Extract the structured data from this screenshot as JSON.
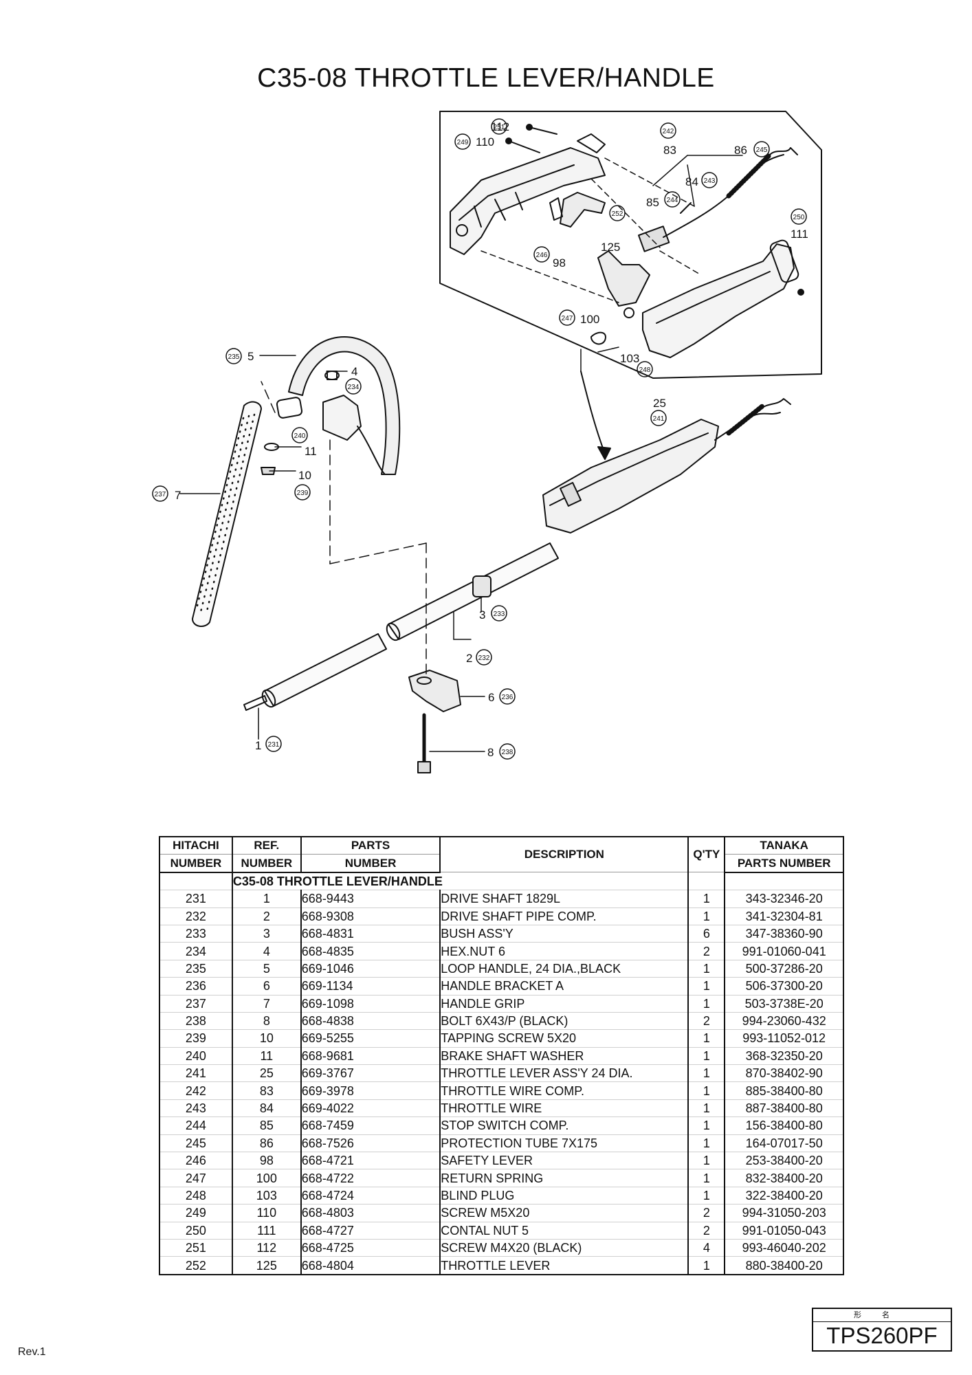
{
  "title": "C35-08 THROTTLE LEVER/HANDLE",
  "diagram": {
    "callouts": [
      {
        "ref": "1",
        "hitachi": "231"
      },
      {
        "ref": "2",
        "hitachi": "232"
      },
      {
        "ref": "3",
        "hitachi": "233"
      },
      {
        "ref": "4",
        "hitachi": "234"
      },
      {
        "ref": "5",
        "hitachi": "235"
      },
      {
        "ref": "6",
        "hitachi": "236"
      },
      {
        "ref": "7",
        "hitachi": "237"
      },
      {
        "ref": "8",
        "hitachi": "238"
      },
      {
        "ref": "10",
        "hitachi": "239"
      },
      {
        "ref": "11",
        "hitachi": "240"
      },
      {
        "ref": "25",
        "hitachi": "241"
      },
      {
        "ref": "83",
        "hitachi": "242"
      },
      {
        "ref": "84",
        "hitachi": "243"
      },
      {
        "ref": "85",
        "hitachi": "244"
      },
      {
        "ref": "86",
        "hitachi": "245"
      },
      {
        "ref": "98",
        "hitachi": "246"
      },
      {
        "ref": "100",
        "hitachi": "247"
      },
      {
        "ref": "103",
        "hitachi": "248"
      },
      {
        "ref": "110",
        "hitachi": "249"
      },
      {
        "ref": "111",
        "hitachi": "250"
      },
      {
        "ref": "112",
        "hitachi": "251"
      },
      {
        "ref": "125",
        "hitachi": "252"
      }
    ]
  },
  "table": {
    "headers": {
      "hitachi": [
        "HITACHI",
        "NUMBER"
      ],
      "ref": [
        "REF.",
        "NUMBER"
      ],
      "parts": [
        "PARTS",
        "NUMBER"
      ],
      "description": "DESCRIPTION",
      "qty": "Q'TY",
      "tanaka": [
        "TANAKA",
        "PARTS NUMBER"
      ]
    },
    "section": "C35-08  THROTTLE LEVER/HANDLE",
    "rows": [
      {
        "hitachi": "231",
        "ref": "1",
        "parts": "668-9443",
        "description": "DRIVE SHAFT 1829L",
        "qty": "1",
        "tanaka": "343-32346-20"
      },
      {
        "hitachi": "232",
        "ref": "2",
        "parts": "668-9308",
        "description": "DRIVE SHAFT PIPE COMP.",
        "qty": "1",
        "tanaka": "341-32304-81"
      },
      {
        "hitachi": "233",
        "ref": "3",
        "parts": "668-4831",
        "description": "BUSH ASS'Y",
        "qty": "6",
        "tanaka": "347-38360-90"
      },
      {
        "hitachi": "234",
        "ref": "4",
        "parts": "668-4835",
        "description": "HEX.NUT 6",
        "qty": "2",
        "tanaka": "991-01060-041"
      },
      {
        "hitachi": "235",
        "ref": "5",
        "parts": "669-1046",
        "description": "LOOP HANDLE, 24 DIA.,BLACK",
        "qty": "1",
        "tanaka": "500-37286-20"
      },
      {
        "hitachi": "236",
        "ref": "6",
        "parts": "669-1134",
        "description": "HANDLE BRACKET A",
        "qty": "1",
        "tanaka": "506-37300-20"
      },
      {
        "hitachi": "237",
        "ref": "7",
        "parts": "669-1098",
        "description": "HANDLE GRIP",
        "qty": "1",
        "tanaka": "503-3738E-20"
      },
      {
        "hitachi": "238",
        "ref": "8",
        "parts": "668-4838",
        "description": "BOLT 6X43/P (BLACK)",
        "qty": "2",
        "tanaka": "994-23060-432"
      },
      {
        "hitachi": "239",
        "ref": "10",
        "parts": "669-5255",
        "description": "TAPPING SCREW 5X20",
        "qty": "1",
        "tanaka": "993-11052-012"
      },
      {
        "hitachi": "240",
        "ref": "11",
        "parts": "668-9681",
        "description": "BRAKE SHAFT WASHER",
        "qty": "1",
        "tanaka": "368-32350-20"
      },
      {
        "hitachi": "241",
        "ref": "25",
        "parts": "669-3767",
        "description": "THROTTLE LEVER ASS'Y 24 DIA.",
        "qty": "1",
        "tanaka": "870-38402-90"
      },
      {
        "hitachi": "242",
        "ref": "83",
        "parts": "669-3978",
        "description": "THROTTLE WIRE COMP.",
        "qty": "1",
        "tanaka": "885-38400-80"
      },
      {
        "hitachi": "243",
        "ref": "84",
        "parts": "669-4022",
        "description": "THROTTLE WIRE",
        "qty": "1",
        "tanaka": "887-38400-80"
      },
      {
        "hitachi": "244",
        "ref": "85",
        "parts": "668-7459",
        "description": "STOP SWITCH COMP.",
        "qty": "1",
        "tanaka": "156-38400-80"
      },
      {
        "hitachi": "245",
        "ref": "86",
        "parts": "668-7526",
        "description": "PROTECTION TUBE 7X175",
        "qty": "1",
        "tanaka": "164-07017-50"
      },
      {
        "hitachi": "246",
        "ref": "98",
        "parts": "668-4721",
        "description": "SAFETY LEVER",
        "qty": "1",
        "tanaka": "253-38400-20"
      },
      {
        "hitachi": "247",
        "ref": "100",
        "parts": "668-4722",
        "description": "RETURN SPRING",
        "qty": "1",
        "tanaka": "832-38400-20"
      },
      {
        "hitachi": "248",
        "ref": "103",
        "parts": "668-4724",
        "description": "BLIND PLUG",
        "qty": "1",
        "tanaka": "322-38400-20"
      },
      {
        "hitachi": "249",
        "ref": "110",
        "parts": "668-4803",
        "description": "SCREW M5X20",
        "qty": "2",
        "tanaka": "994-31050-203"
      },
      {
        "hitachi": "250",
        "ref": "111",
        "parts": "668-4727",
        "description": "CONTAL NUT 5",
        "qty": "2",
        "tanaka": "991-01050-043"
      },
      {
        "hitachi": "251",
        "ref": "112",
        "parts": "668-4725",
        "description": "SCREW M4X20 (BLACK)",
        "qty": "4",
        "tanaka": "993-46040-202"
      },
      {
        "hitachi": "252",
        "ref": "125",
        "parts": "668-4804",
        "description": "THROTTLE LEVER",
        "qty": "1",
        "tanaka": "880-38400-20"
      }
    ]
  },
  "footer": {
    "revision": "Rev.1",
    "model_label": "形名",
    "model": "TPS260PF"
  }
}
